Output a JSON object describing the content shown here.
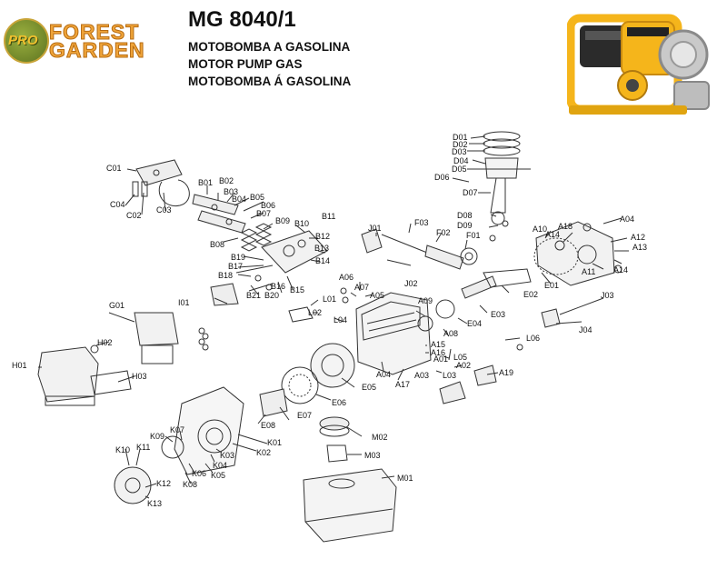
{
  "header": {
    "brand_lines": [
      "FOREST",
      "GARDEN"
    ],
    "seal_text": "PRO",
    "model": "MG 8040/1",
    "descriptions": [
      "MOTOBOMBA A GASOLINA",
      "MOTOR PUMP GAS",
      "MOTOBOMBA Á GASOLINA"
    ]
  },
  "colors": {
    "brand_orange": "#f0a53a",
    "pump_yellow": "#f5b51b",
    "seal_green": "#6f8a2a",
    "line": "#333333"
  },
  "parts": [
    "C01",
    "C02",
    "C03",
    "C04",
    "B01",
    "B02",
    "B03",
    "B04",
    "B05",
    "B06",
    "B07",
    "B08",
    "B09",
    "B10",
    "B11",
    "B12",
    "B13",
    "B14",
    "B15",
    "B16",
    "B17",
    "B18",
    "B19",
    "B20",
    "B21",
    "D01",
    "D02",
    "D03",
    "D04",
    "D05",
    "D06",
    "D07",
    "D08",
    "D09",
    "F01",
    "F02",
    "F03",
    "J01",
    "J02",
    "J03",
    "J04",
    "A01",
    "A02",
    "A03",
    "A04",
    "A05",
    "A06",
    "A07",
    "A08",
    "A09",
    "A10",
    "A11",
    "A12",
    "A13",
    "A14",
    "A15",
    "A16",
    "A17",
    "A18",
    "A19",
    "E01",
    "E02",
    "E03",
    "E04",
    "E05",
    "E06",
    "E07",
    "E08",
    "I01",
    "L01",
    "L02",
    "L03",
    "L04",
    "L05",
    "L06",
    "G01",
    "H01",
    "H02",
    "H03",
    "K01",
    "K02",
    "K03",
    "K04",
    "K05",
    "K06",
    "K07",
    "K08",
    "K09",
    "K10",
    "K11",
    "K12",
    "K13",
    "M01",
    "M02",
    "M03"
  ]
}
